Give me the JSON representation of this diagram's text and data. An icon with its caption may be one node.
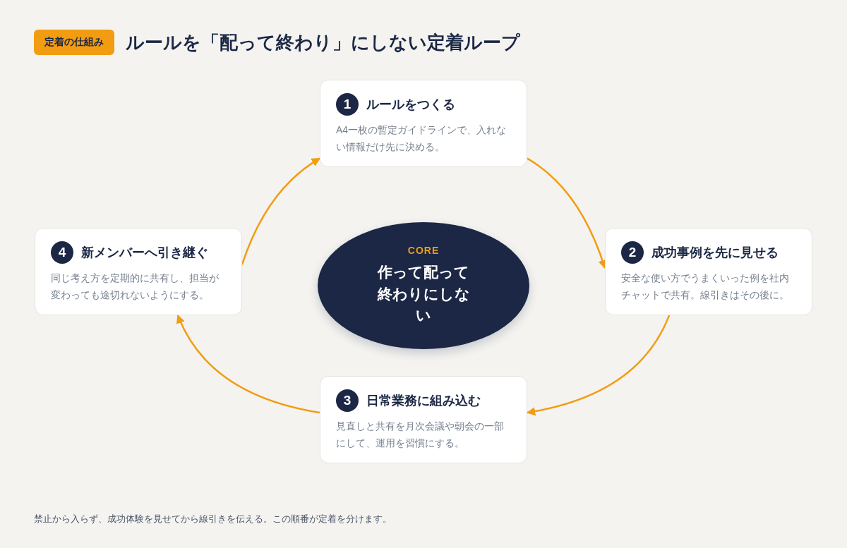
{
  "diagram": {
    "title": "ルールを「配って終わり」にしない定着ループ",
    "caption": "禁止から入らず、成功体験を見せてから線引きを伝える。この順番が定着を分けます。",
    "nodes": [
      {
        "text": [
          "1",
          "ルールをつくる",
          "A4一枚の暫定ガイドラインで、入れない情報だけ先に決める。"
        ]
      },
      {
        "text": [
          "2",
          "成功事例を先に見せる",
          "安全な使い方でうまくいった例を社内チャットで共有。線引きはその後に。"
        ]
      },
      {
        "text": [
          "3",
          "日常業務に組み込む",
          "見直しと共有を月次会議や朝会の一部にして、運用を習慣にする。"
        ]
      },
      {
        "text": [
          "4",
          "新メンバーへ引き継ぐ",
          "同じ考え方を定期的に共有し、担当が変わっても途切れないようにする。"
        ]
      },
      {
        "text": [
          "CORE",
          "作って配って終わりにしない"
        ]
      }
    ],
    "edges": [
      {
        "from": 0,
        "to": 1,
        "arrow": "to"
      },
      {
        "from": 1,
        "to": 2,
        "arrow": "to"
      },
      {
        "from": 2,
        "to": 3,
        "arrow": "to"
      },
      {
        "from": 3,
        "to": 0,
        "arrow": "to"
      }
    ],
    "labels": [
      "定着の仕組み"
    ]
  }
}
